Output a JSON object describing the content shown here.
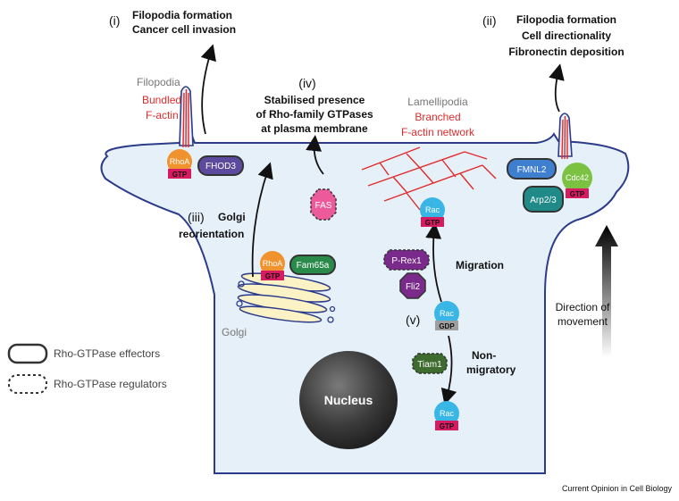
{
  "annotations": {
    "i": {
      "roman": "(i)",
      "line1": "Filopodia formation",
      "line2": "Cancer cell invasion"
    },
    "ii": {
      "roman": "(ii)",
      "line1": "Filopodia formation",
      "line2": "Cell directionality",
      "line3": "Fibronectin deposition"
    },
    "iii": {
      "roman": "(iii)",
      "line1": "Golgi",
      "line2": "reorientation"
    },
    "iv": {
      "roman": "(iv)",
      "line1": "Stabilised presence",
      "line2": "of Rho-family GTPases",
      "line3": "at plasma membrane"
    },
    "v": {
      "roman": "(v)",
      "migration": "Migration",
      "non_line1": "Non-",
      "non_line2": "migratory"
    }
  },
  "labels": {
    "filopodia": "Filopodia",
    "bundled1": "Bundled",
    "bundled2": "F-actin",
    "lamellipodia": "Lamellipodia",
    "branched1": "Branched",
    "branched2": "F-actin network",
    "golgi": "Golgi",
    "nucleus": "Nucleus",
    "direction1": "Direction of",
    "direction2": "movement"
  },
  "molecules": {
    "rhoa": "RhoA",
    "gtp": "GTP",
    "gdp": "GDP",
    "rac": "Rac",
    "cdc42": "Cdc42",
    "fhod3": "FHOD3",
    "fam65a": "Fam65a",
    "fmnl2": "FMNL2",
    "arp23": "Arp2/3",
    "fas": "FAS",
    "prex1": "P-Rex1",
    "fli2": "Fli2",
    "tiam1": "Tiam1"
  },
  "legend": {
    "effectors": "Rho-GTPase effectors",
    "regulators": "Rho-GTPase regulators"
  },
  "footer": "Current Opinion in Cell Biology",
  "colors": {
    "cell_fill": "#e6f0f8",
    "cell_stroke": "#2c3b8a",
    "rhoa": "#f0932e",
    "rac": "#39b6e6",
    "cdc42": "#7cc242",
    "gtp": "#d81b60",
    "gdp": "#9e9e9e",
    "actin": "#e02b2b",
    "fhod3": "#5b4a9e",
    "fmnl2": "#3f7fd0",
    "arp23": "#1f8a88",
    "fam65a": "#2a8a4a",
    "fas": "#ec5a9c",
    "prex1": "#7a2a8a",
    "tiam1": "#3e6b2e",
    "golgi": "#fbf3c6",
    "nucleus": "#3a3a3a"
  }
}
